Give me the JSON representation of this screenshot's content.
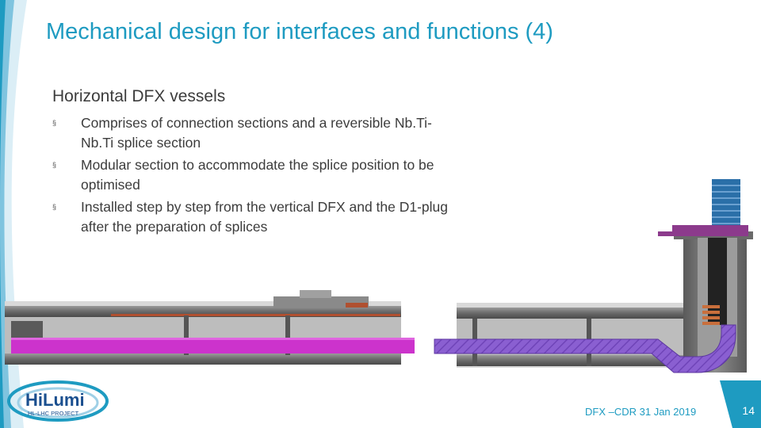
{
  "slide": {
    "title": "Mechanical design for interfaces and functions (4)",
    "section_heading": "Horizontal DFX vessels",
    "bullets": [
      "Comprises of connection sections and a reversible Nb.Ti-Nb.Ti splice section",
      "Modular section to accommodate the splice position to be optimised",
      "Installed step by step from the vertical DFX and the D1-plug after the preparation of splices"
    ],
    "bullet_glyph": "§"
  },
  "logo": {
    "wordmark": "HiLumi",
    "subtext": "HL-LHC PROJECT"
  },
  "footer": {
    "text": "DFX –CDR 31 Jan 2019",
    "page_number": "14"
  },
  "colors": {
    "accent": "#1e9bc1",
    "magenta": "#cc33cc",
    "purple": "#8a5fd1",
    "steel": "#6f6f6f"
  }
}
